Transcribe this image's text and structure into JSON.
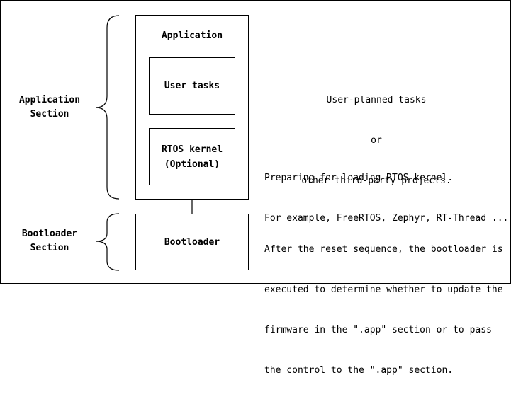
{
  "sections": {
    "application": [
      "Application",
      "Section"
    ],
    "bootloader": [
      "Bootloader",
      "Section"
    ]
  },
  "boxes": {
    "application": "Application",
    "user_tasks": "User tasks",
    "rtos_kernel": [
      "RTOS kernel",
      "(Optional)"
    ],
    "bootloader": "Bootloader"
  },
  "notes": {
    "user_tasks": [
      "User-planned tasks",
      "or",
      "other third-party projects."
    ],
    "rtos": [
      "Preparing for loading RTOS kernel.",
      "For example, FreeRTOS, Zephyr, RT-Thread ..."
    ],
    "bootloader": [
      "After the reset sequence, the bootloader is",
      "executed to determine whether to update the",
      "firmware in the \".app\" section or to pass",
      "the control to the \".app\" section."
    ]
  }
}
